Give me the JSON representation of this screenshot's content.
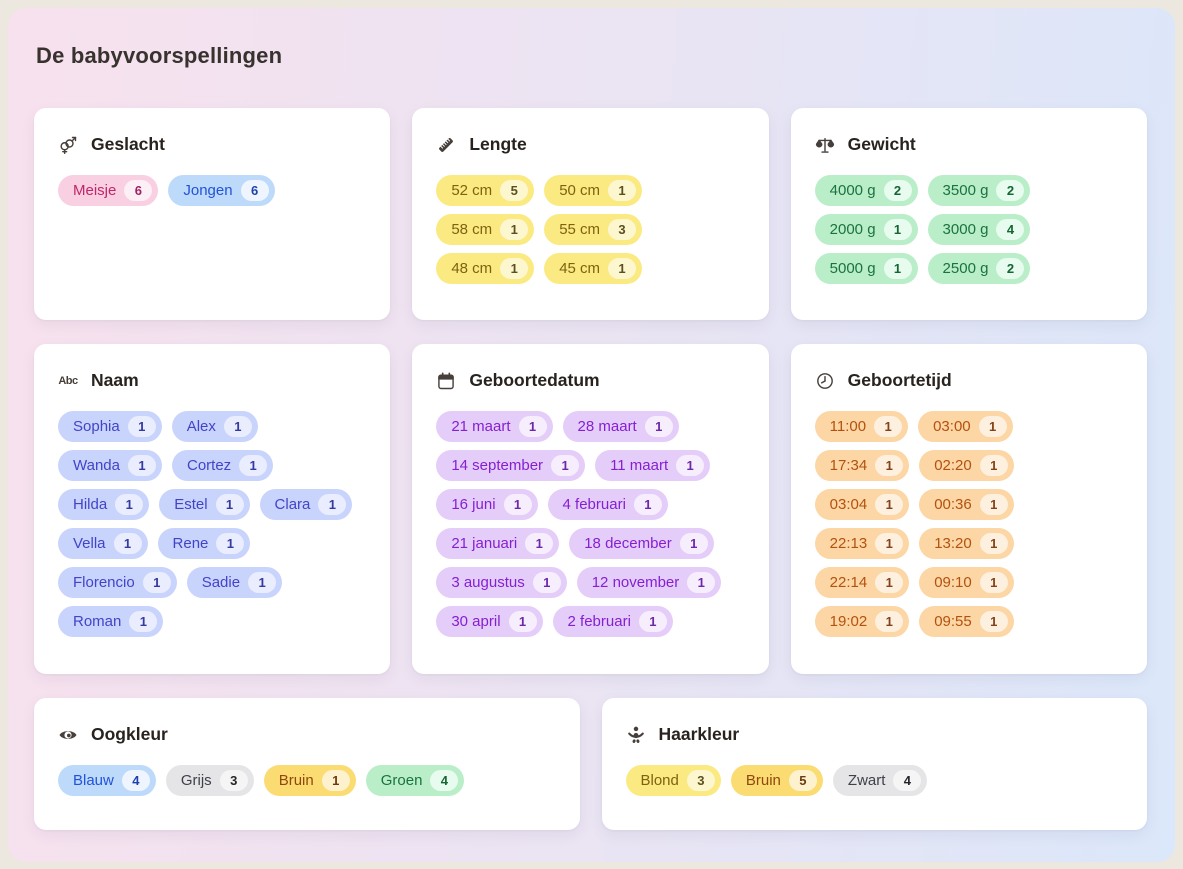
{
  "page": {
    "title": "De babyvoorspellingen"
  },
  "colors": {
    "page_background": "#ece8e0",
    "board_gradient_left": "#f8e1ee",
    "board_gradient_right": "#dbe7fa",
    "card_background": "#ffffff",
    "heading_text": "#37322e",
    "icon_color": "#473f3a"
  },
  "palette": {
    "pink": {
      "bg": "#f9cfe2",
      "fg": "#c02669",
      "badge_bg": "#fdeff6",
      "badge_fg": "#9d2463"
    },
    "blue": {
      "bg": "#bedafb",
      "fg": "#2152d9",
      "badge_bg": "#eef5ff",
      "badge_fg": "#1e40af"
    },
    "yellow": {
      "bg": "#fbea81",
      "fg": "#7e6212",
      "badge_bg": "#fdf7cf",
      "badge_fg": "#5b511e"
    },
    "green": {
      "bg": "#b9eec9",
      "fg": "#1b7240",
      "badge_bg": "#e7fbee",
      "badge_fg": "#166534"
    },
    "indigo": {
      "bg": "#c9d4fc",
      "fg": "#4343c8",
      "badge_bg": "#e9edfe",
      "badge_fg": "#3539a0"
    },
    "purple": {
      "bg": "#e5cdf9",
      "fg": "#861fd2",
      "badge_bg": "#f6eefd",
      "badge_fg": "#6d28a9"
    },
    "orange": {
      "bg": "#fcd6a4",
      "fg": "#b35210",
      "badge_bg": "#fdf0de",
      "badge_fg": "#83421a"
    },
    "amber": {
      "bg": "#fbdc72",
      "fg": "#8f480e",
      "badge_bg": "#fdf2cd",
      "badge_fg": "#6d3a10"
    },
    "gray": {
      "bg": "#e5e5e8",
      "fg": "#3f4149",
      "badge_bg": "#f5f5f6",
      "badge_fg": "#26272b"
    }
  },
  "cards": [
    {
      "id": "geslacht",
      "title": "Geslacht",
      "icon": "gender-icon",
      "rows": [
        [
          {
            "label": "Meisje",
            "count": "6",
            "color": "pink"
          },
          {
            "label": "Jongen",
            "count": "6",
            "color": "blue"
          }
        ]
      ]
    },
    {
      "id": "lengte",
      "title": "Lengte",
      "icon": "ruler-icon",
      "rows": [
        [
          {
            "label": "52 cm",
            "count": "5",
            "color": "yellow"
          },
          {
            "label": "50 cm",
            "count": "1",
            "color": "yellow"
          }
        ],
        [
          {
            "label": "58 cm",
            "count": "1",
            "color": "yellow"
          },
          {
            "label": "55 cm",
            "count": "3",
            "color": "yellow"
          }
        ],
        [
          {
            "label": "48 cm",
            "count": "1",
            "color": "yellow"
          },
          {
            "label": "45 cm",
            "count": "1",
            "color": "yellow"
          }
        ]
      ]
    },
    {
      "id": "gewicht",
      "title": "Gewicht",
      "icon": "scales-icon",
      "rows": [
        [
          {
            "label": "4000 g",
            "count": "2",
            "color": "green"
          },
          {
            "label": "3500 g",
            "count": "2",
            "color": "green"
          }
        ],
        [
          {
            "label": "2000 g",
            "count": "1",
            "color": "green"
          },
          {
            "label": "3000 g",
            "count": "4",
            "color": "green"
          }
        ],
        [
          {
            "label": "5000 g",
            "count": "1",
            "color": "green"
          },
          {
            "label": "2500 g",
            "count": "2",
            "color": "green"
          }
        ]
      ]
    },
    {
      "id": "naam",
      "title": "Naam",
      "icon": "abc-icon",
      "rows": [
        [
          {
            "label": "Sophia",
            "count": "1",
            "color": "indigo"
          },
          {
            "label": "Alex",
            "count": "1",
            "color": "indigo"
          }
        ],
        [
          {
            "label": "Wanda",
            "count": "1",
            "color": "indigo"
          },
          {
            "label": "Cortez",
            "count": "1",
            "color": "indigo"
          }
        ],
        [
          {
            "label": "Hilda",
            "count": "1",
            "color": "indigo"
          },
          {
            "label": "Estel",
            "count": "1",
            "color": "indigo"
          },
          {
            "label": "Clara",
            "count": "1",
            "color": "indigo"
          }
        ],
        [
          {
            "label": "Vella",
            "count": "1",
            "color": "indigo"
          },
          {
            "label": "Rene",
            "count": "1",
            "color": "indigo"
          }
        ],
        [
          {
            "label": "Florencio",
            "count": "1",
            "color": "indigo"
          },
          {
            "label": "Sadie",
            "count": "1",
            "color": "indigo"
          }
        ],
        [
          {
            "label": "Roman",
            "count": "1",
            "color": "indigo"
          }
        ]
      ]
    },
    {
      "id": "geboortedatum",
      "title": "Geboortedatum",
      "icon": "calendar-icon",
      "rows": [
        [
          {
            "label": "21 maart",
            "count": "1",
            "color": "purple"
          },
          {
            "label": "28 maart",
            "count": "1",
            "color": "purple"
          }
        ],
        [
          {
            "label": "14 september",
            "count": "1",
            "color": "purple"
          },
          {
            "label": "11 maart",
            "count": "1",
            "color": "purple"
          }
        ],
        [
          {
            "label": "16 juni",
            "count": "1",
            "color": "purple"
          },
          {
            "label": "4 februari",
            "count": "1",
            "color": "purple"
          }
        ],
        [
          {
            "label": "21 januari",
            "count": "1",
            "color": "purple"
          },
          {
            "label": "18 december",
            "count": "1",
            "color": "purple"
          }
        ],
        [
          {
            "label": "3 augustus",
            "count": "1",
            "color": "purple"
          },
          {
            "label": "12 november",
            "count": "1",
            "color": "purple"
          }
        ],
        [
          {
            "label": "30 april",
            "count": "1",
            "color": "purple"
          },
          {
            "label": "2 februari",
            "count": "1",
            "color": "purple"
          }
        ]
      ]
    },
    {
      "id": "geboortetijd",
      "title": "Geboortetijd",
      "icon": "clock-icon",
      "rows": [
        [
          {
            "label": "11:00",
            "count": "1",
            "color": "orange"
          },
          {
            "label": "03:00",
            "count": "1",
            "color": "orange"
          }
        ],
        [
          {
            "label": "17:34",
            "count": "1",
            "color": "orange"
          },
          {
            "label": "02:20",
            "count": "1",
            "color": "orange"
          }
        ],
        [
          {
            "label": "03:04",
            "count": "1",
            "color": "orange"
          },
          {
            "label": "00:36",
            "count": "1",
            "color": "orange"
          }
        ],
        [
          {
            "label": "22:13",
            "count": "1",
            "color": "orange"
          },
          {
            "label": "13:20",
            "count": "1",
            "color": "orange"
          }
        ],
        [
          {
            "label": "22:14",
            "count": "1",
            "color": "orange"
          },
          {
            "label": "09:10",
            "count": "1",
            "color": "orange"
          }
        ],
        [
          {
            "label": "19:02",
            "count": "1",
            "color": "orange"
          },
          {
            "label": "09:55",
            "count": "1",
            "color": "orange"
          }
        ]
      ]
    },
    {
      "id": "oogkleur",
      "title": "Oogkleur",
      "icon": "eye-icon",
      "rows": [
        [
          {
            "label": "Blauw",
            "count": "4",
            "color": "blue"
          },
          {
            "label": "Grijs",
            "count": "3",
            "color": "gray"
          },
          {
            "label": "Bruin",
            "count": "1",
            "color": "amber"
          },
          {
            "label": "Groen",
            "count": "4",
            "color": "green"
          }
        ]
      ]
    },
    {
      "id": "haarkleur",
      "title": "Haarkleur",
      "icon": "baby-icon",
      "rows": [
        [
          {
            "label": "Blond",
            "count": "3",
            "color": "yellow"
          },
          {
            "label": "Bruin",
            "count": "5",
            "color": "amber"
          },
          {
            "label": "Zwart",
            "count": "4",
            "color": "gray"
          }
        ]
      ]
    }
  ]
}
